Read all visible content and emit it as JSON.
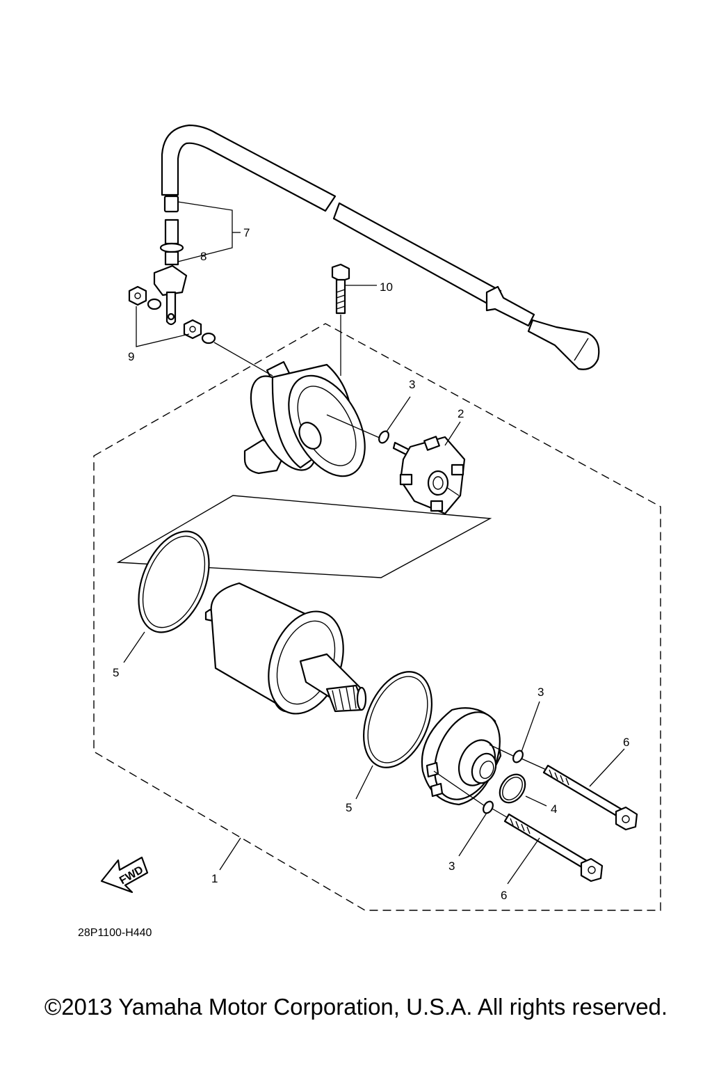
{
  "diagram_code": "28P1100-H440",
  "fwd_label": "FWD",
  "copyright": "©2013 Yamaha Motor Corporation, U.S.A. All rights reserved.",
  "callouts": [
    {
      "id": "c1",
      "text": "1"
    },
    {
      "id": "c2",
      "text": "2"
    },
    {
      "id": "c3a",
      "text": "3"
    },
    {
      "id": "c3b",
      "text": "3"
    },
    {
      "id": "c3c",
      "text": "3"
    },
    {
      "id": "c4",
      "text": "4"
    },
    {
      "id": "c5a",
      "text": "5"
    },
    {
      "id": "c5b",
      "text": "5"
    },
    {
      "id": "c6a",
      "text": "6"
    },
    {
      "id": "c6b",
      "text": "6"
    },
    {
      "id": "c7",
      "text": "7"
    },
    {
      "id": "c8",
      "text": "8"
    },
    {
      "id": "c9",
      "text": "9"
    },
    {
      "id": "c10",
      "text": "10"
    }
  ]
}
